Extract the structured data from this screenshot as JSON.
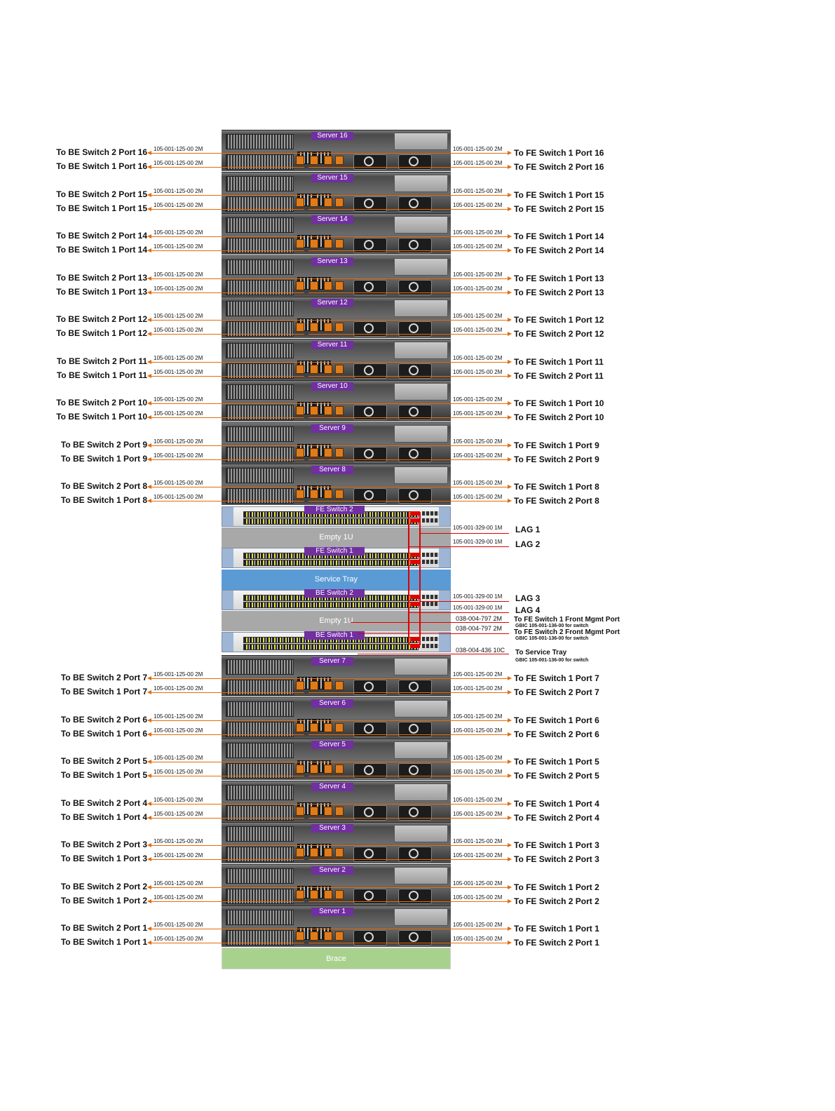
{
  "cable_std": "105-001-125-00  2M",
  "servers_top": [
    {
      "name": "Server 16",
      "be2": "To BE Switch 2 Port 16",
      "be1": "To BE Switch 1 Port 16",
      "fe1": "To FE Switch 1 Port 16",
      "fe2": "To FE Switch 2 Port 16"
    },
    {
      "name": "Server 15",
      "be2": "To BE Switch 2 Port 15",
      "be1": "To BE Switch 1 Port 15",
      "fe1": "To FE Switch 1 Port 15",
      "fe2": "To FE Switch 2 Port 15"
    },
    {
      "name": "Server 14",
      "be2": "To BE Switch 2 Port 14",
      "be1": "To BE Switch 1 Port 14",
      "fe1": "To FE Switch 1 Port 14",
      "fe2": "To FE Switch 2 Port 14"
    },
    {
      "name": "Server 13",
      "be2": "To BE Switch 2 Port 13",
      "be1": "To BE Switch 1 Port 13",
      "fe1": "To FE Switch 1 Port 13",
      "fe2": "To FE Switch 2 Port 13"
    },
    {
      "name": "Server 12",
      "be2": "To BE Switch 2 Port 12",
      "be1": "To BE Switch 1 Port 12",
      "fe1": "To FE Switch 1 Port 12",
      "fe2": "To FE Switch 2 Port 12"
    },
    {
      "name": "Server 11",
      "be2": "To BE Switch 2 Port 11",
      "be1": "To BE Switch 1 Port 11",
      "fe1": "To FE Switch 1 Port 11",
      "fe2": "To FE Switch 2 Port 11"
    },
    {
      "name": "Server 10",
      "be2": "To BE Switch 2 Port 10",
      "be1": "To BE Switch 1 Port 10",
      "fe1": "To FE Switch 1 Port 10",
      "fe2": "To FE Switch 2 Port 10"
    },
    {
      "name": "Server 9",
      "be2": "To BE Switch 2 Port 9",
      "be1": "To BE Switch 1 Port 9",
      "fe1": "To FE Switch 1 Port 9",
      "fe2": "To FE Switch 2 Port 9"
    },
    {
      "name": "Server 8",
      "be2": "To BE Switch 2 Port 8",
      "be1": "To BE Switch 1 Port 8",
      "fe1": "To FE Switch 1 Port 8",
      "fe2": "To FE Switch 2 Port 8"
    }
  ],
  "servers_bottom": [
    {
      "name": "Server 7",
      "be2": "To BE Switch 2 Port 7",
      "be1": "To BE Switch 1 Port 7",
      "fe1": "To FE Switch 1 Port 7",
      "fe2": "To FE Switch 2 Port 7"
    },
    {
      "name": "Server 6",
      "be2": "To BE Switch 2 Port 6",
      "be1": "To BE Switch 1 Port 6",
      "fe1": "To FE Switch 1 Port 6",
      "fe2": "To FE Switch 2 Port 6"
    },
    {
      "name": "Server 5",
      "be2": "To BE Switch 2 Port 5",
      "be1": "To BE Switch 1 Port 5",
      "fe1": "To FE Switch 1 Port 5",
      "fe2": "To FE Switch 2 Port 5"
    },
    {
      "name": "Server 4",
      "be2": "To BE Switch 2 Port 4",
      "be1": "To BE Switch 1 Port 4",
      "fe1": "To FE Switch 1 Port 4",
      "fe2": "To FE Switch 2 Port 4"
    },
    {
      "name": "Server 3",
      "be2": "To BE Switch 2 Port 3",
      "be1": "To BE Switch 1 Port 3",
      "fe1": "To FE Switch 1 Port 3",
      "fe2": "To FE Switch 2 Port 3"
    },
    {
      "name": "Server 2",
      "be2": "To BE Switch 2 Port 2",
      "be1": "To BE Switch 1 Port 2",
      "fe1": "To FE Switch 1 Port 2",
      "fe2": "To FE Switch 2 Port 2"
    },
    {
      "name": "Server 1",
      "be2": "To BE Switch 2 Port 1",
      "be1": "To BE Switch 1 Port 1",
      "fe1": "To FE Switch 1 Port 1",
      "fe2": "To FE Switch 2 Port 1"
    }
  ],
  "switches": {
    "fe2": "FE Switch 2",
    "fe1": "FE Switch 1",
    "be2": "BE Switch 2",
    "be1": "BE Switch 1",
    "empty1": "Empty 1U",
    "empty2": "Empty 1U",
    "tray": "Service Tray",
    "brace": "Brace"
  },
  "lag": {
    "lag1": "LAG 1",
    "lag1_cable": "105-001-329-00 1M",
    "lag2": "LAG 2",
    "lag2_cable": "105-001-329-00 1M",
    "lag3": "LAG 3",
    "lag3_cable": "105-001-329-00 1M",
    "lag4": "LAG 4",
    "lag4_cable": "105-001-329-00 1M"
  },
  "mgmt": {
    "fe1_cable": "038-004-797  2M",
    "fe1_label": "To FE Switch 1 Front Mgmt Port",
    "fe1_gbic": "GBIC 105-001-136-00 for switch",
    "fe2_cable": "038-004-797  2M",
    "fe2_label": "To FE Switch 2 Front Mgmt Port",
    "fe2_gbic": "GBIC 105-001-136-00 for switch",
    "tray_cable": "038-004-436  10C",
    "tray_label": "To Service Tray",
    "tray_gbic": "GBIC 105-001-136-00 for switch"
  }
}
